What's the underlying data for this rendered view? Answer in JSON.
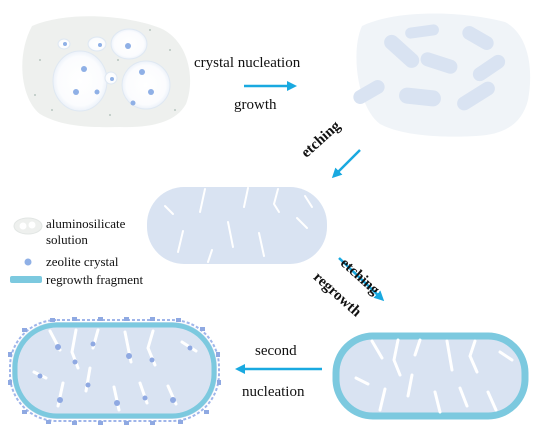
{
  "colors": {
    "crystal_fill": "#d9e3f2",
    "fragment": "#7cc9df",
    "arrow": "#19a9e0",
    "nucleus": "#8fb0e6",
    "solution": "#eef0ee"
  },
  "steps": {
    "step1_line1": "crystal nucleation",
    "step1_line2": "growth",
    "step2": "etching",
    "step3_line1": "etching",
    "step3_line2": "regrowth",
    "step4_line1": "second",
    "step4_line2": "nucleation"
  },
  "legend": {
    "solution_line1": "aluminosilicate",
    "solution_line2": "solution",
    "crystal": "zeolite crystal",
    "fragment": "regrowth fragment"
  }
}
